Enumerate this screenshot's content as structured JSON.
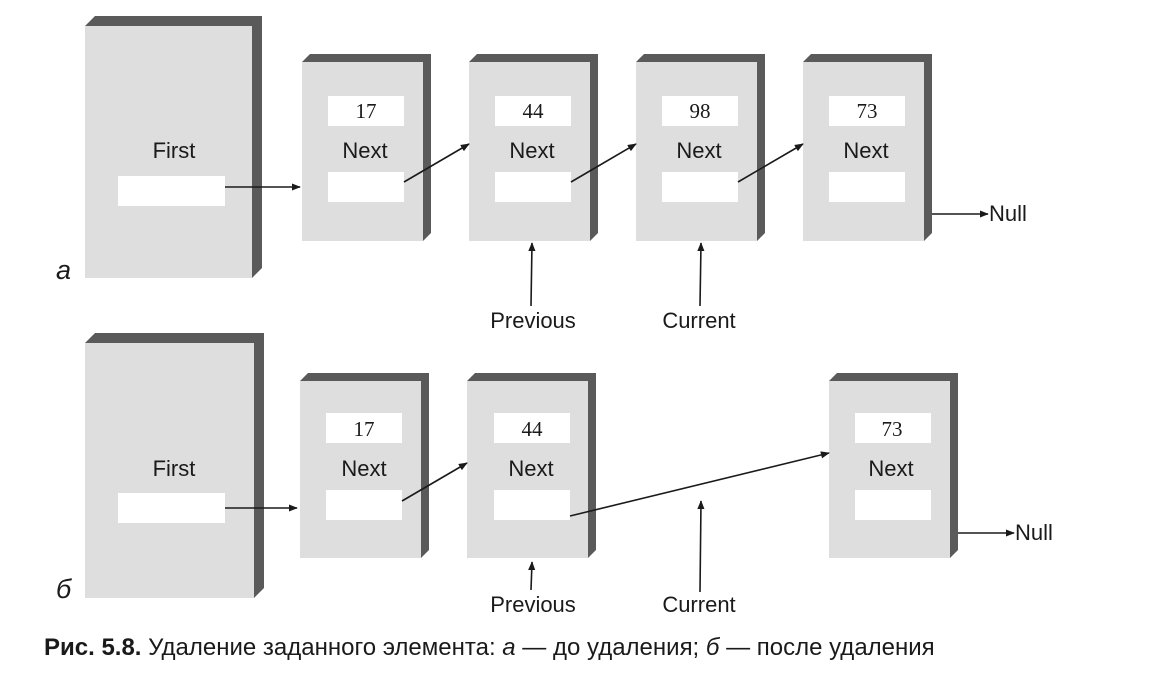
{
  "diagram_a": {
    "panel_label": "а",
    "first_label": "First",
    "nodes": [
      {
        "value": "17",
        "label": "Next"
      },
      {
        "value": "44",
        "label": "Next"
      },
      {
        "value": "98",
        "label": "Next"
      },
      {
        "value": "73",
        "label": "Next"
      }
    ],
    "null_label": "Null",
    "previous_label": "Previous",
    "current_label": "Current"
  },
  "diagram_b": {
    "panel_label": "б",
    "first_label": "First",
    "nodes": [
      {
        "value": "17",
        "label": "Next"
      },
      {
        "value": "44",
        "label": "Next"
      },
      {
        "value": "73",
        "label": "Next"
      }
    ],
    "null_label": "Null",
    "previous_label": "Previous",
    "current_label": "Current"
  },
  "caption": {
    "number": "Рис. 5.8.",
    "text_1": " Удаление заданного элемента: ",
    "a": "а",
    "text_2": " — до удаления; ",
    "b": "б",
    "text_3": " — после удаления"
  }
}
